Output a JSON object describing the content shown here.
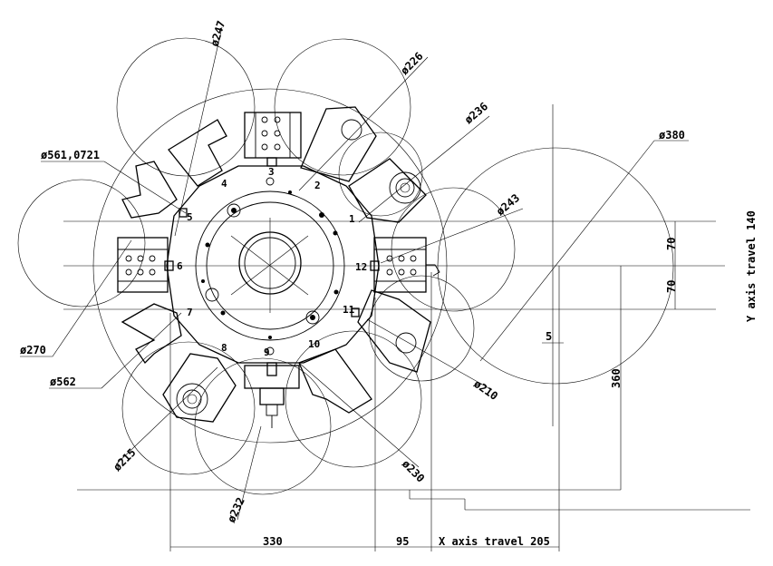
{
  "diameters": {
    "d247": "ø247",
    "d226": "ø226",
    "d236": "ø236",
    "d380": "ø380",
    "d561": "ø561,0721",
    "d243": "ø243",
    "d270": "ø270",
    "d562": "ø562",
    "d210": "ø210",
    "d215": "ø215",
    "d230": "ø230",
    "d232": "ø232"
  },
  "dimensions": {
    "d330": "330",
    "d95": "95",
    "x_travel": "X axis travel 205",
    "y_travel": "Y axis travel 140",
    "d70_top": "70",
    "d70_bottom": "70",
    "d360": "360",
    "d5": "5"
  },
  "stations": [
    "1",
    "2",
    "3",
    "4",
    "5",
    "6",
    "7",
    "8",
    "9",
    "10",
    "11",
    "12"
  ]
}
